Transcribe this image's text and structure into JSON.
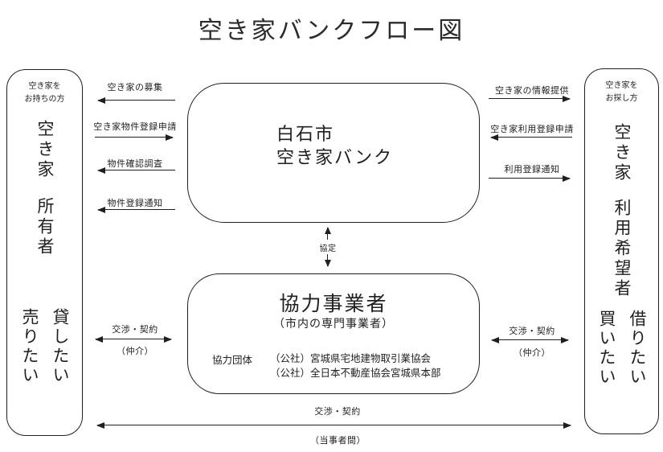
{
  "title": "空き家バンクフロー図",
  "owner_box": {
    "header": "空き家を\nお持ちの方",
    "group": "空き家",
    "role": "所有者",
    "wish_left": "売りたい",
    "wish_right": "貸したい"
  },
  "seeker_box": {
    "header": "空き家を\nお探し方",
    "group": "空き家",
    "role": "利用希望者",
    "wish_left": "買いたい",
    "wish_right": "借りたい"
  },
  "bank_box": {
    "line1": "白石市",
    "line2": "空き家バンク"
  },
  "partner_box": {
    "title": "協力事業者",
    "subtitle": "（市内の専門事業者）",
    "orgs_label": "協力団体",
    "org1": "（公社）宮城県宅地建物取引業協会",
    "org2": "（公社）全日本不動産協会宮城県本部"
  },
  "flows": {
    "left": [
      {
        "label": "空き家の募集",
        "direction": "left"
      },
      {
        "label": "空き家物件登録申請",
        "direction": "right"
      },
      {
        "label": "物件確認調査",
        "direction": "left"
      },
      {
        "label": "物件登録通知",
        "direction": "left"
      }
    ],
    "right": [
      {
        "label": "空き家の情報提供",
        "direction": "right"
      },
      {
        "label": "空き家利用登録申請",
        "direction": "left"
      },
      {
        "label": "利用登録通知",
        "direction": "right"
      }
    ],
    "agreement": "協定",
    "left_mid": {
      "label": "交渉・契約",
      "sub": "（仲介）"
    },
    "right_mid": {
      "label": "交渉・契約",
      "sub": "（仲介）"
    },
    "bottom": {
      "label": "交渉・契約",
      "sub": "（当事者間）"
    }
  },
  "colors": {
    "line": "#1f1f1f",
    "text": "#1f1f1f",
    "background": "#ffffff"
  }
}
